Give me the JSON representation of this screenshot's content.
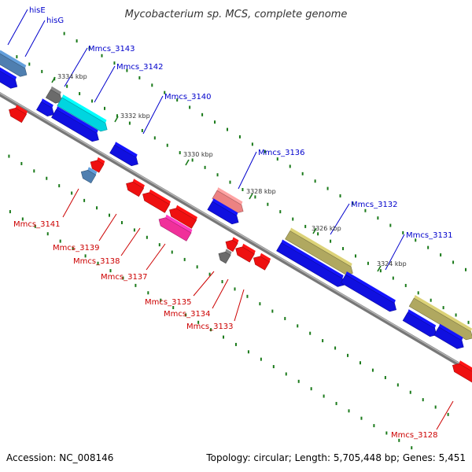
{
  "title": "Mycobacterium sp. MCS, complete genome",
  "footer": {
    "accession": "Accession: NC_008146",
    "summary": "Topology: circular; Length: 5,705,448 bp; Genes: 5,451"
  },
  "colors": {
    "backbone": "#8c8c8c",
    "forward_label": "#0000cc",
    "reverse_label": "#cc0000",
    "tick": "#1a7a1a"
  },
  "ticks": [
    "3334 kbp",
    "3332 kbp",
    "3330 kbp",
    "3328 kbp",
    "3326 kbp",
    "3324 kbp"
  ],
  "forward_labels": [
    "hisE",
    "hisG",
    "Mmcs_3143",
    "Mmcs_3142",
    "Mmcs_3140",
    "Mmcs_3136",
    "Mmcs_3132",
    "Mmcs_3131"
  ],
  "reverse_labels": [
    "Mmcs_3141",
    "Mmcs_3139",
    "Mmcs_3138",
    "Mmcs_3137",
    "Mmcs_3135",
    "Mmcs_3134",
    "Mmcs_3133",
    "Mmcs_3128"
  ]
}
